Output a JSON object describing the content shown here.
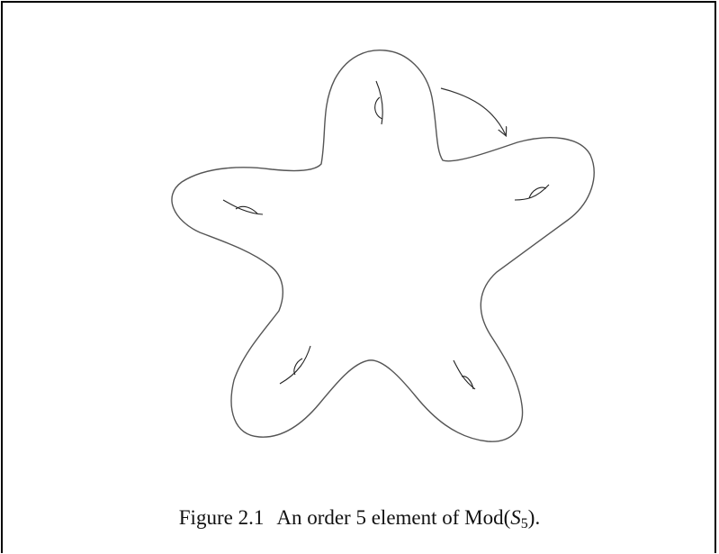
{
  "figure": {
    "label": "Figure 2.1",
    "caption_text": "An order 5 element of ",
    "math_operator": "Mod",
    "math_paren_open": "(",
    "math_symbol": "S",
    "math_subscript": "5",
    "math_paren_close": ").",
    "stroke_color": "#555555",
    "arrow_color": "#333333"
  }
}
